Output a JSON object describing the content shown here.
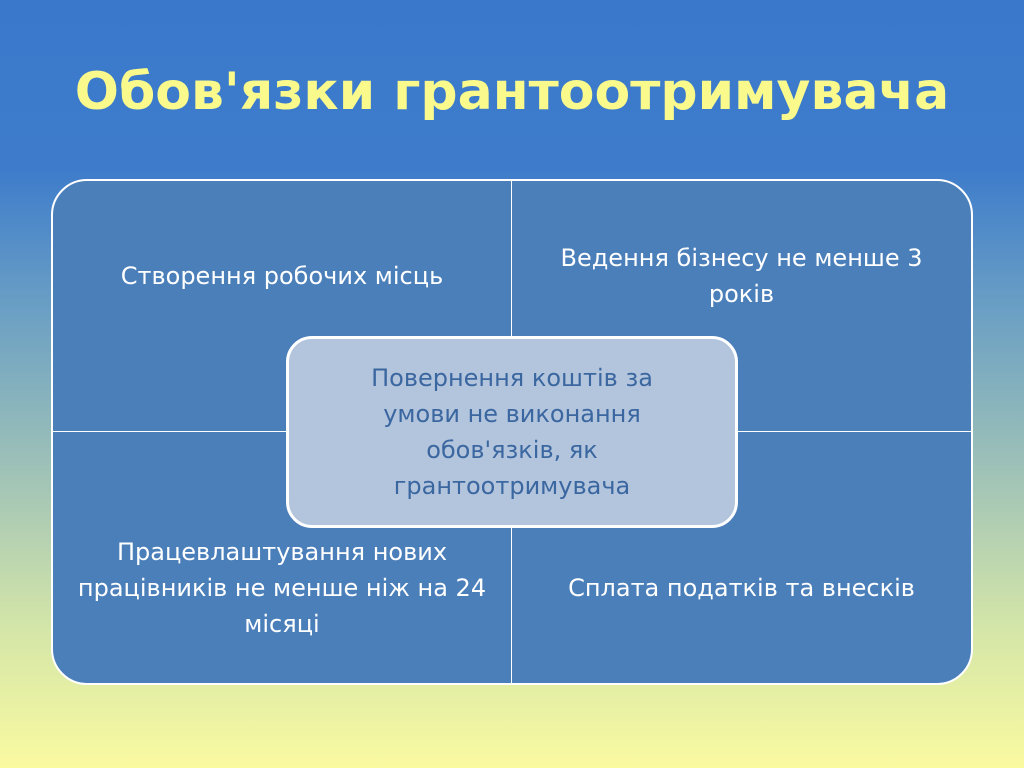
{
  "title": "Обов'язки  грантоотримувача",
  "quadrants": [
    "Створення робочих місць",
    "Ведення бізнесу не менше 3 років",
    "Працевлаштування нових працівників не менше ніж на 24 місяці",
    "Сплата податків та внесків"
  ],
  "center": "Повернення коштів за умови не виконання обов'язків, як грантоотримувача"
}
